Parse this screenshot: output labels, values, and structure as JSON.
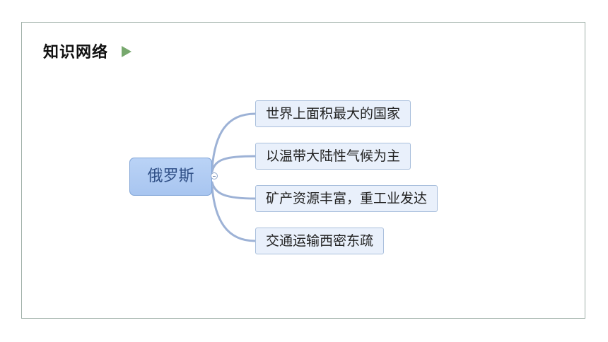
{
  "header": {
    "title": "知识网络"
  },
  "mindmap": {
    "root": "俄罗斯",
    "children": [
      "世界上面积最大的国家",
      "以温带大陆性气候为主",
      "矿产资源丰富，重工业发达",
      "交通运输西密东疏"
    ]
  },
  "colors": {
    "frame_border": "#9fb0a8",
    "title_arrow": "#77a86d",
    "root_fill": "#aec9f2",
    "root_text": "#2f4f86",
    "child_fill": "#e9f0fb",
    "child_border": "#a9bfdc",
    "connector": "#9db2d6"
  },
  "icons": {
    "title_marker": "play-triangle-icon",
    "root_toggle": "collapse-minus-icon"
  }
}
